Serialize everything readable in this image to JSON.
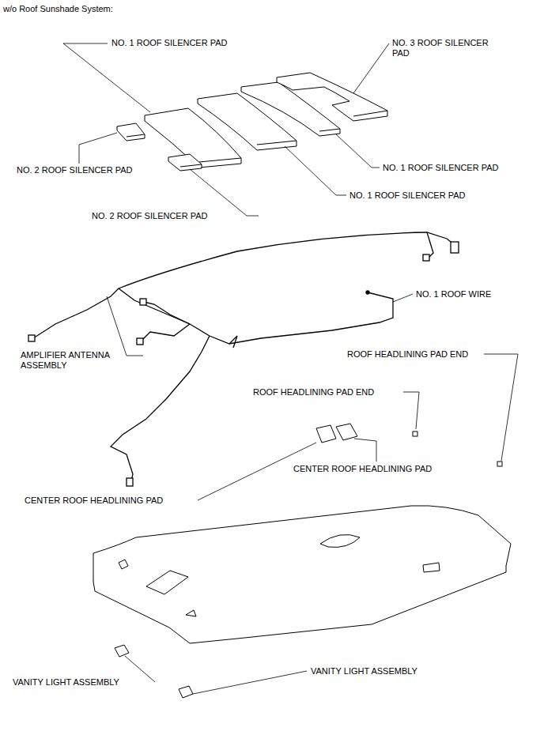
{
  "diagram": {
    "title": "w/o Roof Sunshade System:",
    "labels": [
      "NO. 1 ROOF SILENCER PAD",
      "NO. 3 ROOF SILENCER PAD",
      "NO. 2 ROOF SILENCER PAD",
      "NO. 1 ROOF SILENCER PAD",
      "NO. 1 ROOF SILENCER PAD",
      "NO. 2 ROOF SILENCER PAD",
      "NO. 1 ROOF WIRE",
      "AMPLIFIER ANTENNA ASSEMBLY",
      "ROOF HEADLINING PAD END",
      "ROOF HEADLINING PAD END",
      "CENTER ROOF HEADLINING PAD",
      "CENTER ROOF HEADLINING PAD",
      "VANITY LIGHT ASSEMBLY",
      "VANITY LIGHT ASSEMBLY"
    ]
  }
}
